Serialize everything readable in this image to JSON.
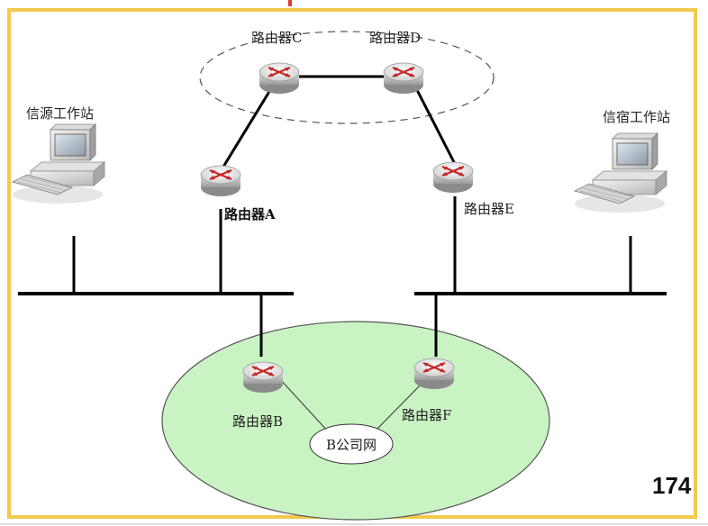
{
  "labels": {
    "source_station": "信源工作站",
    "dest_station": "信宿工作站",
    "router_a": "路由器A",
    "router_b": "路由器B",
    "router_c": "路由器C",
    "router_d": "路由器D",
    "router_e": "路由器E",
    "router_f": "路由器F",
    "company_net": "B公司网"
  },
  "page_number": "174",
  "colors": {
    "frame": "#F2C94C",
    "company_area": "#C9F3C3",
    "top_marker": "#E53935"
  }
}
